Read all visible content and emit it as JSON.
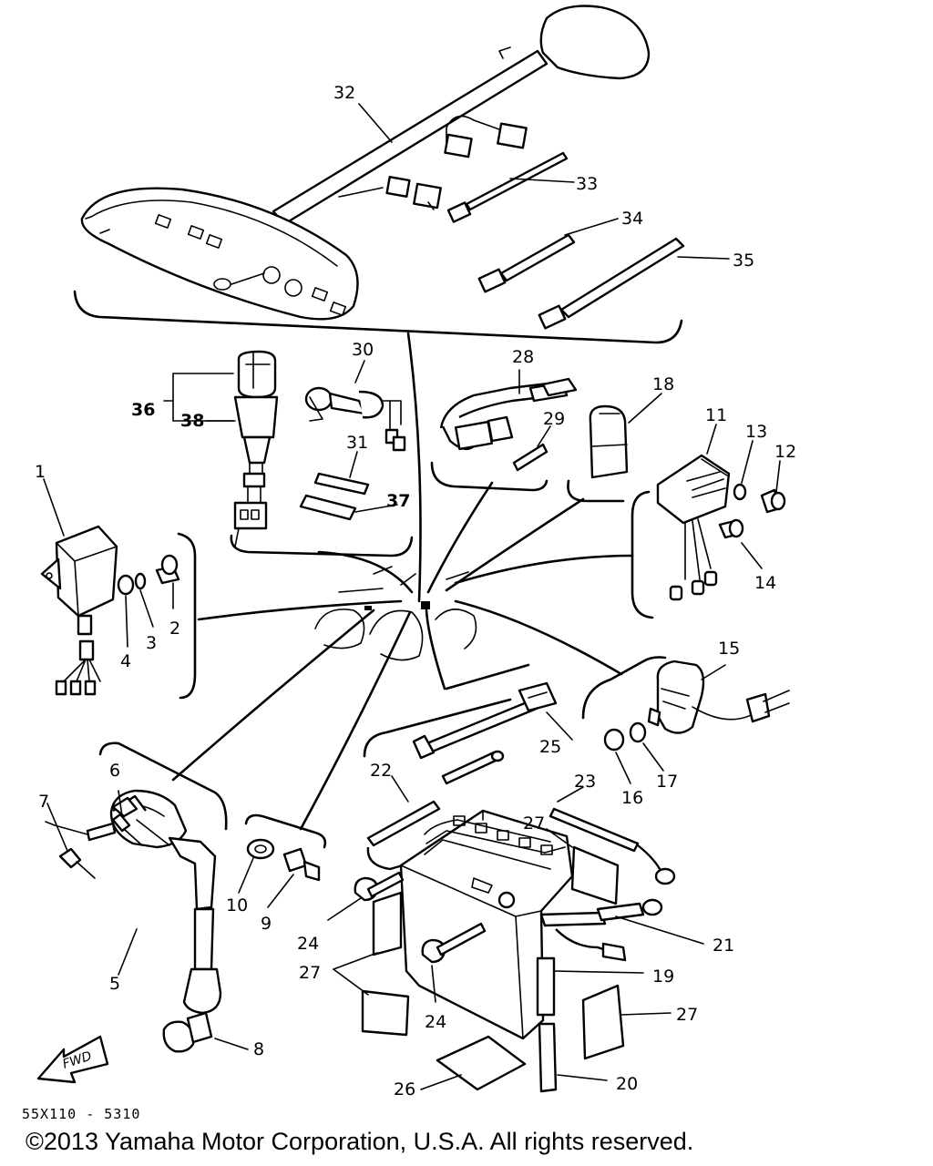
{
  "callouts": {
    "n1": "1",
    "n2": "2",
    "n3": "3",
    "n4": "4",
    "n5": "5",
    "n6": "6",
    "n7": "7",
    "n8": "8",
    "n9": "9",
    "n10": "10",
    "n11": "11",
    "n12": "12",
    "n13": "13",
    "n14": "14",
    "n15": "15",
    "n16": "16",
    "n17": "17",
    "n18": "18",
    "n19": "19",
    "n20": "20",
    "n21": "21",
    "n22": "22",
    "n23": "23",
    "n24a": "24",
    "n24b": "24",
    "n25": "25",
    "n26": "26",
    "n27a": "27",
    "n27b": "27",
    "n27c": "27",
    "n28": "28",
    "n29": "29",
    "n30": "30",
    "n31": "31",
    "n32": "32",
    "n33": "33",
    "n34": "34",
    "n35": "35",
    "n36": "36",
    "n37": "37",
    "n38": "38"
  },
  "fwd_label": "FWD",
  "diagram_code": "55X110 - 5310",
  "copyright": "©2013 Yamaha Motor Corporation, U.S.A. All rights reserved."
}
